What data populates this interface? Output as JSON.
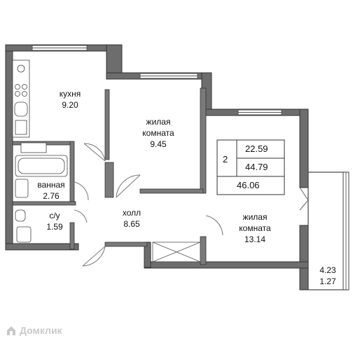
{
  "rooms": {
    "kitchen": {
      "name": "кухня",
      "area": "9.20"
    },
    "living1": {
      "name_line1": "жилая",
      "name_line2": "комната",
      "area": "9.45"
    },
    "living2": {
      "name_line1": "жилая",
      "name_line2": "комната",
      "area": "13.14"
    },
    "bathroom": {
      "name": "ванная",
      "area": "2.76"
    },
    "wc": {
      "name": "с/у",
      "area": "1.59"
    },
    "hall": {
      "name": "холл",
      "area": "8.65"
    },
    "balcony": {
      "area_full": "4.23",
      "area_reduced": "1.27"
    }
  },
  "summary": {
    "rooms_count": "2",
    "living_area": "22.59",
    "kitchen_area": "44.79",
    "total_area": "46.06"
  },
  "watermark": "Домклик",
  "colors": {
    "wall": "#6b6b6b",
    "wall_dark": "#3c3c3c",
    "watermark": "#c9c9c9"
  }
}
